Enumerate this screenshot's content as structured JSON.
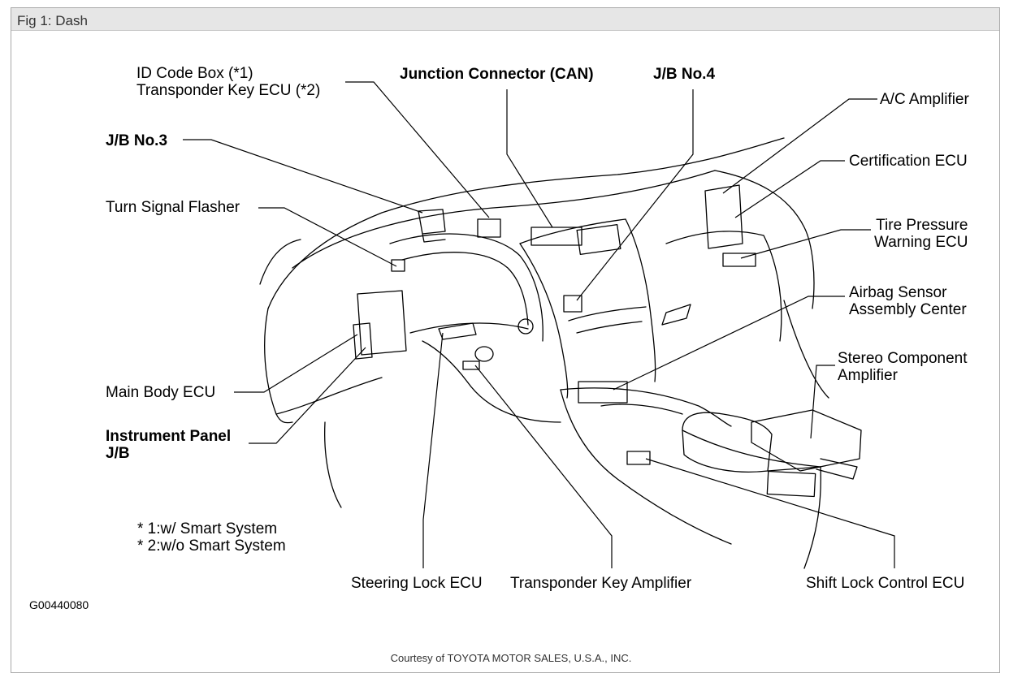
{
  "figure": {
    "title": "Fig 1: Dash",
    "id_code": "G00440080",
    "credit": "Courtesy of TOYOTA MOTOR SALES, U.S.A., INC."
  },
  "labels": {
    "id_code_box_1": "ID Code Box (*1)",
    "id_code_box_2": "Transponder Key ECU (*2)",
    "junction_connector": "Junction Connector (CAN)",
    "jb_no4": "J/B No.4",
    "ac_amplifier": "A/C Amplifier",
    "jb_no3": "J/B No.3",
    "certification_ecu": "Certification ECU",
    "turn_signal_flasher": "Turn Signal Flasher",
    "tire_pressure_1": "Tire Pressure",
    "tire_pressure_2": "Warning ECU",
    "airbag_1": "Airbag Sensor",
    "airbag_2": "Assembly Center",
    "stereo_1": "Stereo Component",
    "stereo_2": "Amplifier",
    "main_body_ecu": "Main Body ECU",
    "instrument_panel_1": "Instrument Panel",
    "instrument_panel_2": "J/B",
    "note_1": "* 1:w/ Smart System",
    "note_2": "* 2:w/o Smart System",
    "steering_lock_ecu": "Steering Lock ECU",
    "transponder_key_amp": "Transponder Key Amplifier",
    "shift_lock_ecu": "Shift Lock Control ECU"
  }
}
